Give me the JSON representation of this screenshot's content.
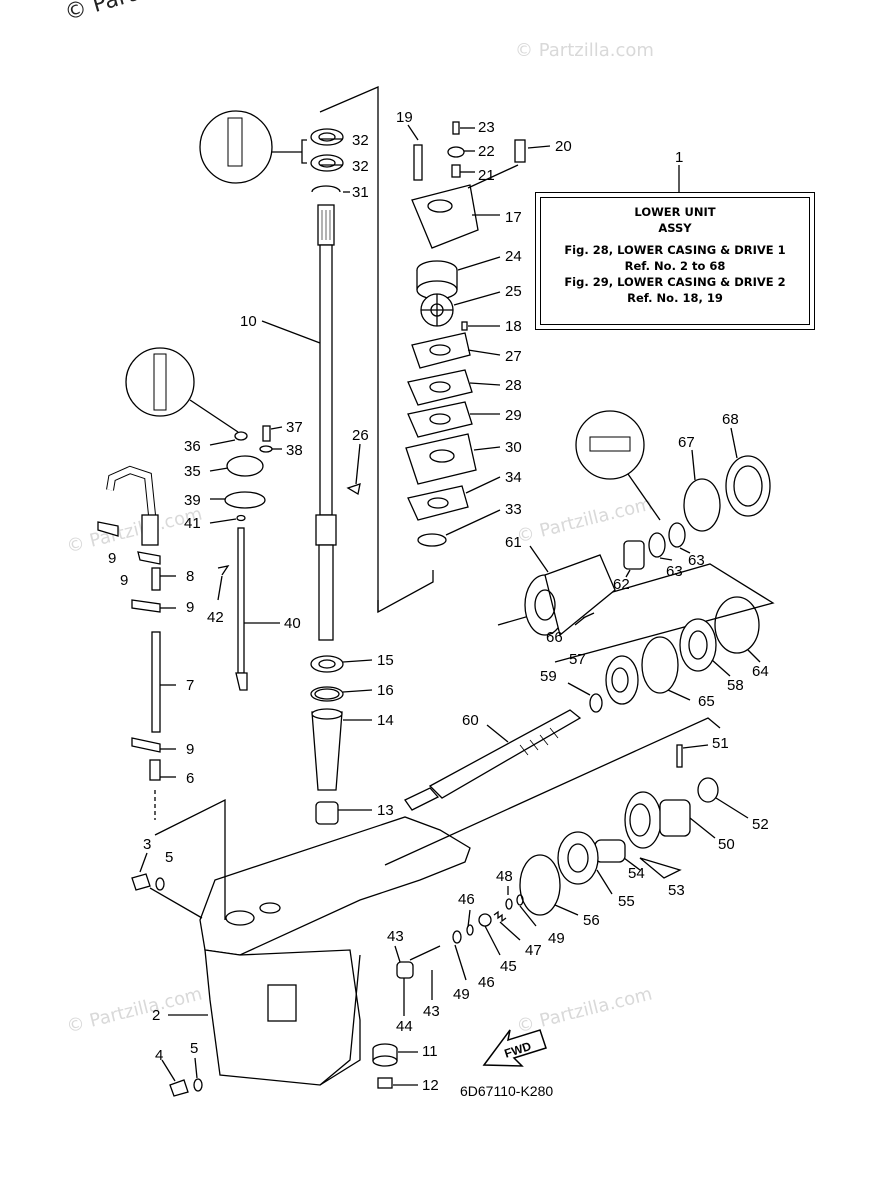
{
  "watermark": {
    "main": "© Partzilla.com",
    "faint": "© Partzilla.com"
  },
  "info_box": {
    "line1": "LOWER UNIT",
    "line2": "ASSY",
    "line3": "Fig. 28, LOWER CASING & DRIVE 1",
    "line4": "Ref. No. 2 to 68",
    "line5": "Fig. 29, LOWER CASING & DRIVE 2",
    "line6": "Ref. No. 18, 19"
  },
  "diagram_code": "6D67110-K280",
  "fwd_label": "FWD",
  "part_labels": {
    "p1": "1",
    "p2": "2",
    "p3": "3",
    "p4": "4",
    "p5a": "5",
    "p5b": "5",
    "p6": "6",
    "p7": "7",
    "p8": "8",
    "p9a": "9",
    "p9b": "9",
    "p9c": "9",
    "p9d": "9",
    "p10": "10",
    "p11": "11",
    "p12": "12",
    "p13": "13",
    "p14": "14",
    "p15": "15",
    "p16": "16",
    "p17": "17",
    "p18": "18",
    "p19": "19",
    "p20": "20",
    "p21": "21",
    "p22": "22",
    "p23": "23",
    "p24": "24",
    "p25": "25",
    "p26": "26",
    "p27": "27",
    "p28": "28",
    "p29": "29",
    "p30": "30",
    "p31": "31",
    "p32a": "32",
    "p32b": "32",
    "p33": "33",
    "p34": "34",
    "p35": "35",
    "p36": "36",
    "p37": "37",
    "p38": "38",
    "p39": "39",
    "p40": "40",
    "p41": "41",
    "p42": "42",
    "p43a": "43",
    "p43b": "43",
    "p44": "44",
    "p45": "45",
    "p46a": "46",
    "p46b": "46",
    "p47": "47",
    "p48": "48",
    "p49a": "49",
    "p49b": "49",
    "p50": "50",
    "p51": "51",
    "p52": "52",
    "p53": "53",
    "p54": "54",
    "p55": "55",
    "p56": "56",
    "p57": "57",
    "p58": "58",
    "p59": "59",
    "p60": "60",
    "p61": "61",
    "p62": "62",
    "p63a": "63",
    "p63b": "63",
    "p64": "64",
    "p65": "65",
    "p66": "66",
    "p67": "67",
    "p68": "68"
  }
}
